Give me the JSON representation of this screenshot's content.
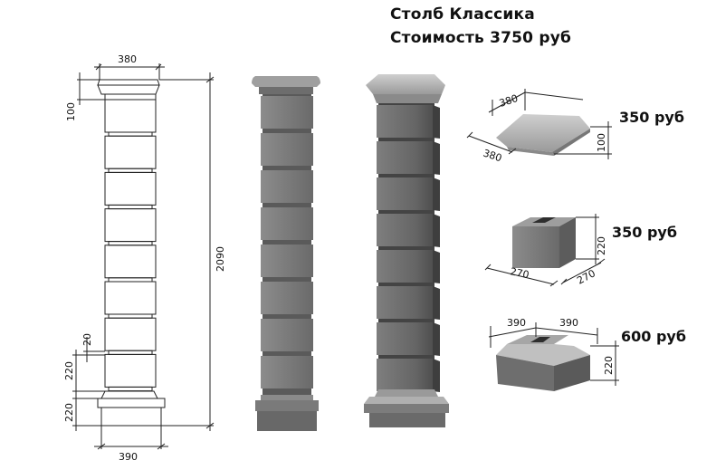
{
  "title": "Столб Классика",
  "subtitle": "Стоимость 3750 руб",
  "prices": {
    "cap": "350 руб",
    "block": "350 руб",
    "base": "600 руб"
  },
  "drawing_dims": {
    "top_width": "380",
    "cap_height": "100",
    "total_height": "2090",
    "joint": "20",
    "block_height": "220",
    "base_height": "220",
    "base_width": "390"
  },
  "cap_dims": {
    "w1": "380",
    "w2": "380",
    "h": "100"
  },
  "block_dims": {
    "w1": "270",
    "w2": "270",
    "h": "220"
  },
  "base_dims": {
    "w1": "390",
    "w2": "390",
    "h": "220"
  },
  "colors": {
    "concrete": "#7a7a7a",
    "concrete_dark": "#5e5e5e",
    "concrete_light": "#b5b5b5",
    "line": "#222222"
  }
}
